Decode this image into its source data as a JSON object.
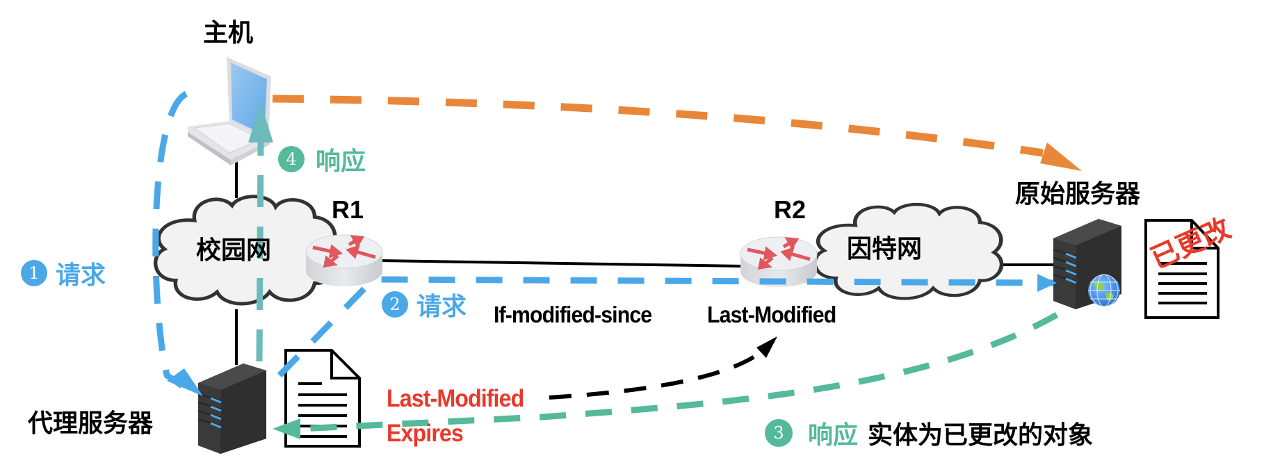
{
  "title": "HTTP conditional GET via proxy server (Last-Modified / If-Modified-Since)",
  "nodes": {
    "host": {
      "label": "主机",
      "icon": "laptop-icon"
    },
    "campus_network": {
      "label": "校园网",
      "icon": "cloud-icon"
    },
    "router_r1": {
      "label": "R1",
      "icon": "router-icon"
    },
    "router_r2": {
      "label": "R2",
      "icon": "router-icon"
    },
    "internet": {
      "label": "因特网",
      "icon": "cloud-icon"
    },
    "origin_server": {
      "label": "原始服务器",
      "icon": "web-server-icon"
    },
    "proxy_server": {
      "label": "代理服务器",
      "icon": "server-icon"
    }
  },
  "documents": {
    "proxy_cached_doc": {
      "icon": "document-icon",
      "headers": [
        "Last-Modified",
        "Expires"
      ]
    },
    "origin_doc": {
      "icon": "document-icon",
      "stamp": "已更改"
    }
  },
  "steps": [
    {
      "number": "1",
      "label": "请求",
      "color": "#4aa8e8"
    },
    {
      "number": "2",
      "label": "请求",
      "color": "#4aa8e8"
    },
    {
      "number": "3",
      "label": "响应",
      "color": "#55b99b",
      "note": "实体为已更改的对象"
    },
    {
      "number": "4",
      "label": "响应",
      "color": "#55b99b"
    }
  ],
  "header_labels": {
    "request_header": "If-modified-since",
    "response_header": "Last-Modified"
  },
  "colors": {
    "request": "#4aa8e8",
    "response": "#55b99b",
    "response_to_host": "#6dbabd",
    "direct_path": "#e8873a",
    "highlight_red": "#e8392a",
    "link": "#000000"
  }
}
